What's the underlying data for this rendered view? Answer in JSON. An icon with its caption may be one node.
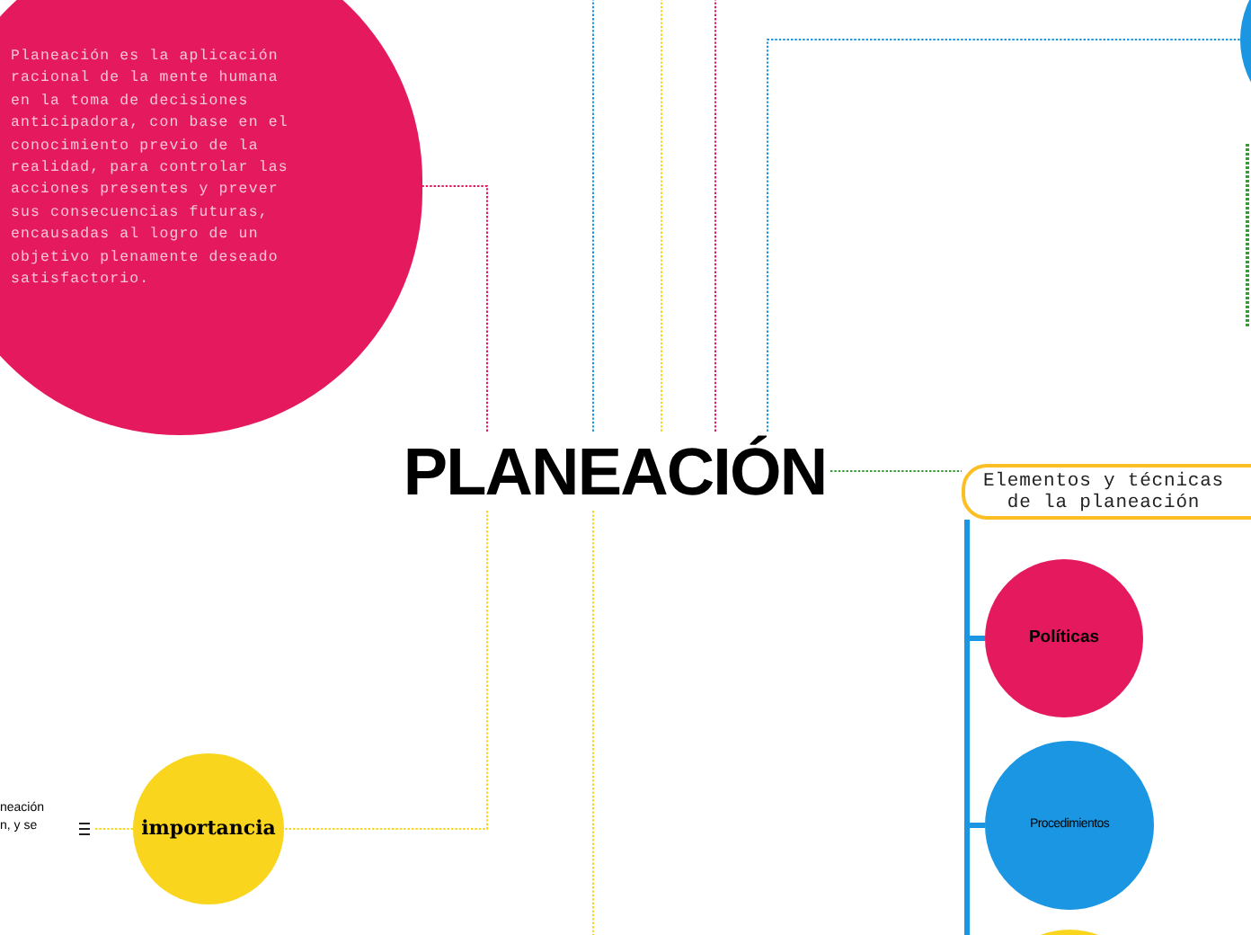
{
  "diagram": {
    "nodes": [
      {
        "text": [
          "PLANEACIÓN"
        ]
      },
      {
        "text": [
          "Planeación es la aplicación racional de la mente humana en la toma de decisiones anticipadora, con base en el conocimiento previo de la realidad, para controlar las acciones presentes y prever sus consecuencias futuras, encausadas al logro de un objetivo plenamente deseado satisfactorio."
        ]
      },
      {
        "text": [
          "importancia"
        ]
      },
      {
        "text": [
          "neación n, y se"
        ]
      },
      {
        "text": [],
        "shape": "circle"
      },
      {
        "text": [
          "Elementos y técnicas de la planeación"
        ]
      },
      {
        "text": [
          "Políticas"
        ]
      },
      {
        "text": [
          "Procedimientos"
        ]
      },
      {
        "text": [],
        "shape": "circle"
      }
    ],
    "edges": [
      {
        "from": 0,
        "to": 1,
        "arrow": "none",
        "style": "dashed",
        "color": "#e5195e"
      },
      {
        "from": 0,
        "to": 2,
        "arrow": "none",
        "style": "dashed",
        "color": "#fad51e"
      },
      {
        "from": 0,
        "to": 4,
        "arrow": "none",
        "style": "dashed"
      },
      {
        "from": 0,
        "to": 5,
        "arrow": "none",
        "style": "dashed",
        "color": "#3a9a3a"
      },
      {
        "from": 5,
        "to": 6,
        "arrow": "none",
        "style": "thick"
      },
      {
        "from": 5,
        "to": 7,
        "arrow": "none",
        "style": "thick"
      },
      {
        "from": 5,
        "to": 8,
        "arrow": "none",
        "style": "thick"
      },
      {
        "from": 2,
        "to": 3,
        "arrow": "none",
        "style": "dashed",
        "color": "#fad51e"
      },
      {
        "from": 0,
        "to": null,
        "arrow": "none",
        "style": "dashed"
      },
      {
        "from": 0,
        "to": null,
        "arrow": "none",
        "style": "dashed",
        "color": "#fad51e"
      },
      {
        "from": 0,
        "to": null,
        "arrow": "none",
        "style": "dashed",
        "color": "#e5195e"
      },
      {
        "from": 0,
        "to": null,
        "arrow": "none",
        "style": "dashed",
        "color": "#fad51e"
      }
    ]
  }
}
